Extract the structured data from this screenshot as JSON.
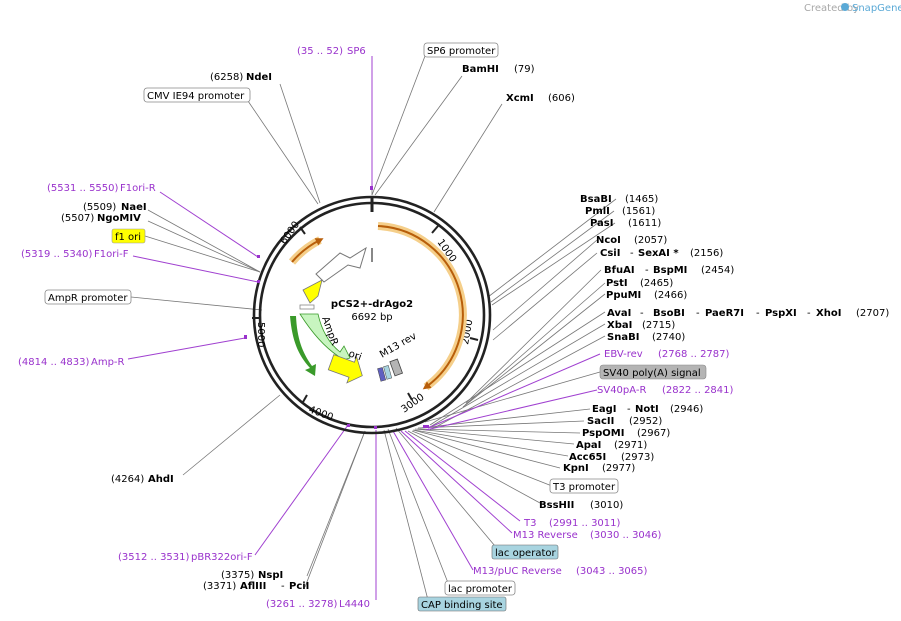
{
  "credit": {
    "prefix": "Created by",
    "brand": "SnapGene"
  },
  "plasmid": {
    "name": "pCS2+-drAgo2",
    "size": "6692 bp"
  },
  "ticks": [
    "1000",
    "2000",
    "3000",
    "4000",
    "5000",
    "6000"
  ],
  "inner_labels": {
    "ampr": "AmpR",
    "ori": "ori",
    "m13rev": "M13 rev"
  },
  "feature_labels": {
    "sp6": {
      "range": "(35 .. 52)",
      "name": "SP6"
    },
    "sp6_promoter": "SP6 promoter",
    "cmv": "CMV IE94 promoter",
    "ampr_promoter": "AmpR promoter",
    "f1ori": "f1 ori",
    "f1ori_r": {
      "range": "(5531 .. 5550)",
      "name": "F1ori-R"
    },
    "f1ori_f": {
      "range": "(5319 .. 5340)",
      "name": "F1ori-F"
    },
    "amp_r": {
      "range": "(4814 .. 4833)",
      "name": "Amp-R"
    },
    "pbr322": {
      "range": "(3512 .. 3531)",
      "name": "pBR322ori-F"
    },
    "l4440": {
      "range": "(3261 .. 3278)",
      "name": "L4440"
    },
    "cap": "CAP binding site",
    "lac_promoter": "lac promoter",
    "m13puc": {
      "name": "M13/pUC Reverse",
      "range": "(3043 .. 3065)"
    },
    "lac_operator": "lac operator",
    "m13reverse": {
      "name": "M13 Reverse",
      "range": "(3030 .. 3046)"
    },
    "t3": {
      "name": "T3",
      "range": "(2991 .. 3011)"
    },
    "t3_promoter": "T3 promoter",
    "ebv_rev": {
      "name": "EBV-rev",
      "range": "(2768 .. 2787)"
    },
    "sv40_signal": "SV40 poly(A) signal",
    "sv40pa_r": {
      "name": "SV40pA-R",
      "range": "(2822 .. 2841)"
    }
  },
  "sites": {
    "ndei": {
      "name": "NdeI",
      "pos": "(6258)"
    },
    "bamhi": {
      "name": "BamHI",
      "pos": "(79)"
    },
    "xcmi": {
      "name": "XcmI",
      "pos": "(606)"
    },
    "naei": {
      "name": "NaeI",
      "pos": "(5509)"
    },
    "ngomiv": {
      "name": "NgoMIV",
      "pos": "(5507)"
    },
    "ahdi": {
      "name": "AhdI",
      "pos": "(4264)"
    },
    "nspi": {
      "name": "NspI",
      "pos": "(3375)"
    },
    "afliii": {
      "name": "AflIII",
      "sep": "-",
      "name2": "PciI",
      "pos": "(3371)"
    },
    "bsabi": {
      "name": "BsaBI",
      "pos": "(1465)"
    },
    "pmli": {
      "name": "PmlI",
      "pos": "(1561)"
    },
    "pasi": {
      "name": "PasI",
      "pos": "(1611)"
    },
    "ncoi": {
      "name": "NcoI",
      "pos": "(2057)"
    },
    "csii": {
      "name": "CsiI",
      "name2": "SexAI *",
      "pos": "(2156)"
    },
    "bfuai": {
      "name": "BfuAI",
      "name2": "BspMI",
      "pos": "(2454)"
    },
    "psti": {
      "name": "PstI",
      "pos": "(2465)"
    },
    "ppumi": {
      "name": "PpuMI",
      "pos": "(2466)"
    },
    "avai": {
      "name": "AvaI",
      "name2": "BsoBI",
      "name3": "PaeR7I",
      "name4": "PspXI",
      "name5": "XhoI",
      "pos": "(2707)"
    },
    "xbai": {
      "name": "XbaI",
      "pos": "(2715)"
    },
    "snabi": {
      "name": "SnaBI",
      "pos": "(2740)"
    },
    "eagi": {
      "name": "EagI",
      "name2": "NotI",
      "pos": "(2946)"
    },
    "sacii": {
      "name": "SacII",
      "pos": "(2952)"
    },
    "pspomi": {
      "name": "PspOMI",
      "pos": "(2967)"
    },
    "apai": {
      "name": "ApaI",
      "pos": "(2971)"
    },
    "acc65i": {
      "name": "Acc65I",
      "pos": "(2973)"
    },
    "kpni": {
      "name": "KpnI",
      "pos": "(2977)"
    },
    "bsshii": {
      "name": "BssHII",
      "pos": "(3010)"
    }
  },
  "colors": {
    "backbone": "#222222",
    "enzyme_text": "#000000",
    "position_text": "#222222",
    "primer": "#9932cc",
    "orange_feature": "#d98a1e",
    "orange_glow": "#f5cf8a",
    "yellow_feature": "#ffff00",
    "green_feature": "#3a9a2a",
    "light_green": "#c8f5c0",
    "blue_feature": "#a8d4e0",
    "grey_feature": "#b4b4b4"
  }
}
